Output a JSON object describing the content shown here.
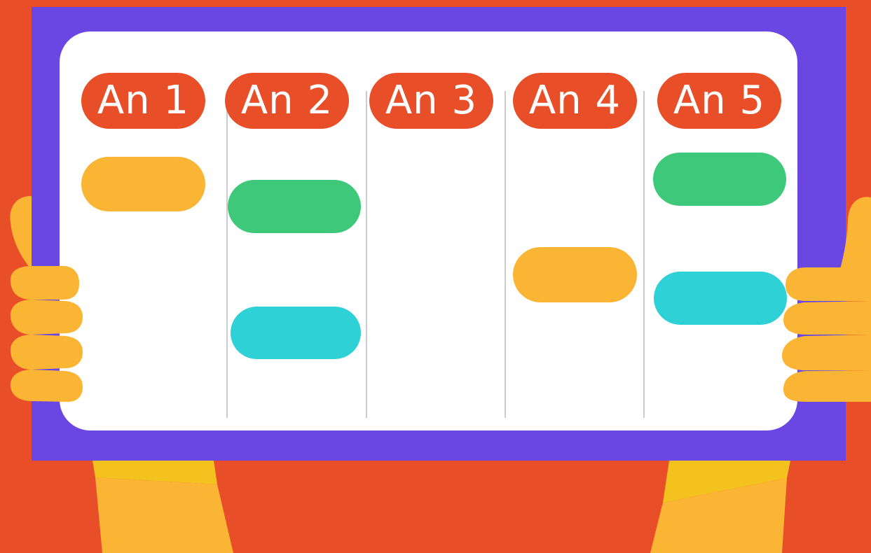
{
  "board": {
    "columns": [
      {
        "title": "An 1",
        "tasks": [
          {
            "color": "#FBB535"
          }
        ]
      },
      {
        "title": "An 2",
        "tasks": [
          {
            "color": "#3EC87A"
          },
          {
            "color": "#2ED1D6"
          }
        ]
      },
      {
        "title": "An 3",
        "tasks": []
      },
      {
        "title": "An 4",
        "tasks": [
          {
            "color": "#FBB535"
          }
        ]
      },
      {
        "title": "An 5",
        "tasks": [
          {
            "color": "#3EC87A"
          },
          {
            "color": "#2ED1D6"
          }
        ]
      }
    ]
  },
  "colors": {
    "background": "#E84E27",
    "frame": "#6A47E3",
    "panel": "#FFFFFF",
    "header": "#E84E27",
    "divider": "#CCCCCC",
    "hand": "#FBB535",
    "sleeve": "#F4C21F"
  }
}
